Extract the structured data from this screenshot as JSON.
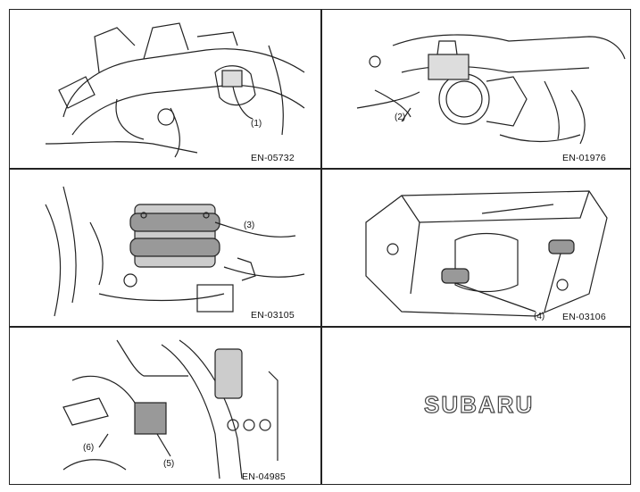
{
  "panels": [
    {
      "code": "EN-05732",
      "callouts": [
        "(1)"
      ]
    },
    {
      "code": "EN-01976",
      "callouts": [
        "(2)"
      ]
    },
    {
      "code": "EN-03105",
      "callouts": [
        "(3)"
      ]
    },
    {
      "code": "EN-03106",
      "callouts": [
        "(4)"
      ]
    },
    {
      "code": "EN-04985",
      "callouts": [
        "(6)",
        "(5)"
      ]
    }
  ],
  "logo": {
    "text": "SUBARU",
    "mark": "."
  }
}
